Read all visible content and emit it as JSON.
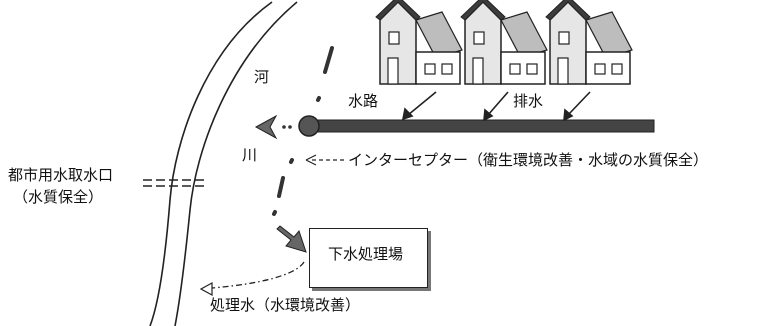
{
  "labels": {
    "river_char1": "河",
    "river_char2": "川",
    "waterway": "水路",
    "drainage": "排水",
    "interceptor": "インターセプター（衛生環境改善・水域の水質保全）",
    "intake_line1": "都市用水取水口",
    "intake_line2": "（水質保全）",
    "treatment_plant": "下水処理場",
    "treated_water": "処理水（水環境改善）"
  },
  "colors": {
    "pipe": "#444444",
    "line": "#222222",
    "house_light": "#bdbdbd",
    "house_dark": "#3c3c3c",
    "arrow_fill": "#555555"
  },
  "icons": [
    "house-icon",
    "house-icon",
    "house-icon"
  ]
}
